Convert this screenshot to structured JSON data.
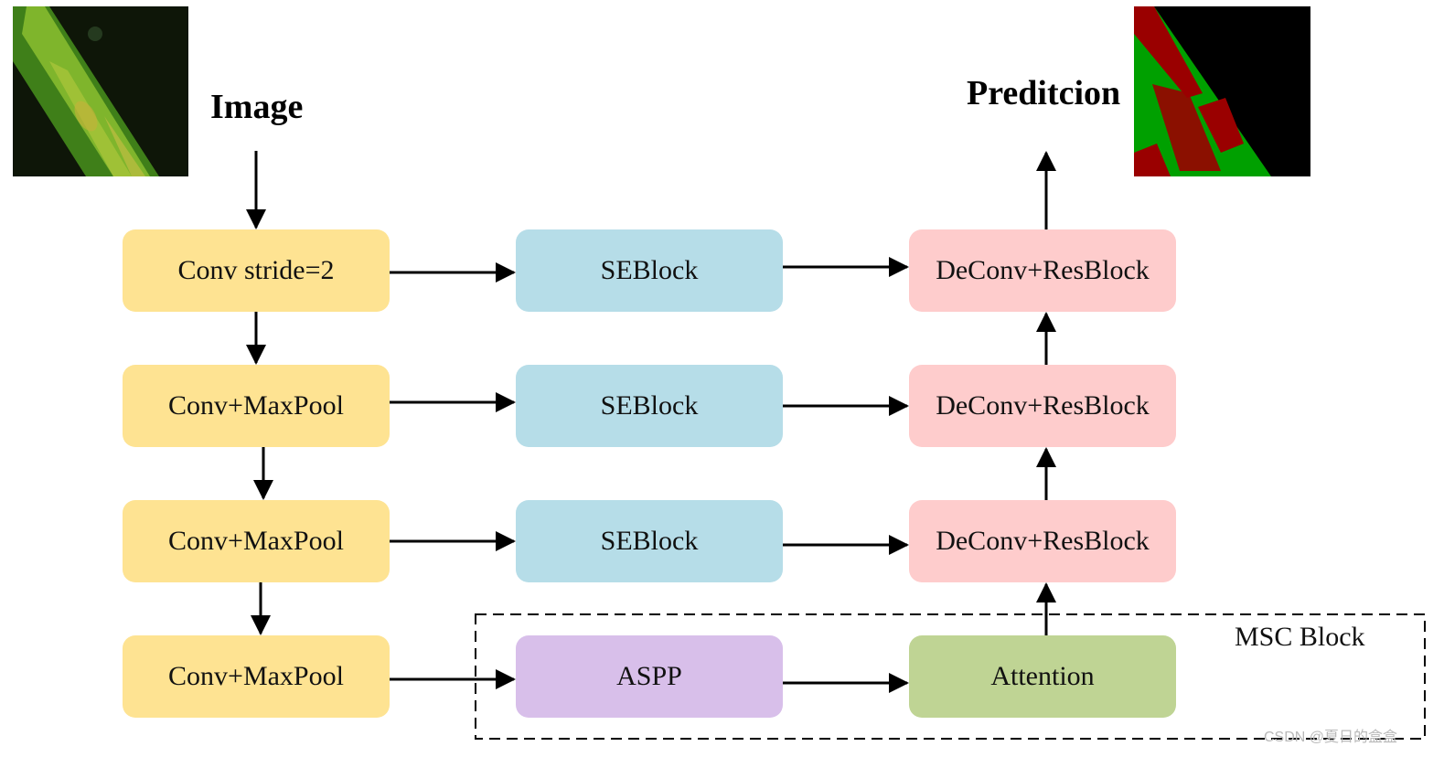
{
  "titles": {
    "image": "Image",
    "prediction": "Preditcion"
  },
  "encoder": [
    "Conv stride=2",
    "Conv+MaxPool",
    "Conv+MaxPool",
    "Conv+MaxPool"
  ],
  "skip": [
    "SEBlock",
    "SEBlock",
    "SEBlock"
  ],
  "decoder": [
    "DeConv+ResBlock",
    "DeConv+ResBlock",
    "DeConv+ResBlock"
  ],
  "msc": {
    "label": "MSC Block",
    "aspp": "ASPP",
    "attention": "Attention"
  },
  "watermark": "CSDN @夏日的盒盒",
  "colors": {
    "encoder": "#fee392",
    "skip": "#b6dde8",
    "decoder": "#fecccc",
    "aspp": "#d8bfea",
    "attention": "#bfd494",
    "mask_leaf": "#00a000",
    "mask_lesion": "#9a0000"
  }
}
